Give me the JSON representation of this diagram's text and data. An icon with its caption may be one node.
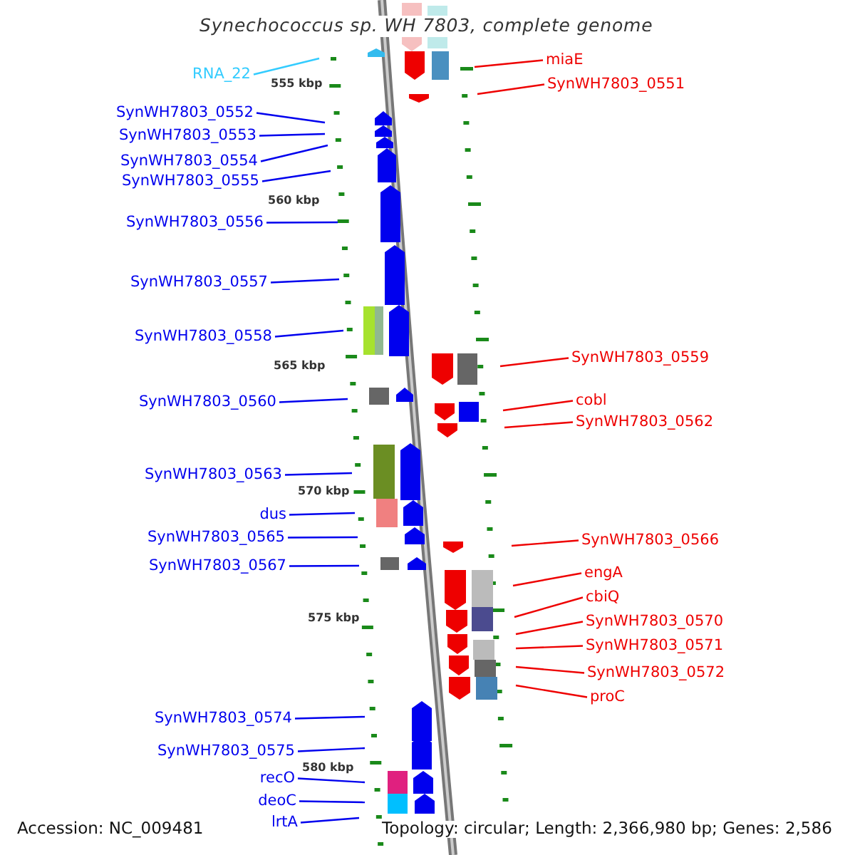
{
  "diagram": {
    "title": "Synechococcus sp. WH 7803, complete genome",
    "nodes": [
      {
        "text": [
          "miaE"
        ]
      },
      {
        "text": [
          "RNA_22"
        ]
      },
      {
        "text": [
          "SynWH7803_0551"
        ]
      },
      {
        "text": [
          "SynWH7803_0552"
        ]
      },
      {
        "text": [
          "SynWH7803_0553"
        ]
      },
      {
        "text": [
          "SynWH7803_0554"
        ]
      },
      {
        "text": [
          "SynWH7803_0555"
        ]
      },
      {
        "text": [
          "SynWH7803_0556"
        ]
      },
      {
        "text": [
          "SynWH7803_0557"
        ]
      },
      {
        "text": [
          "SynWH7803_0558"
        ]
      },
      {
        "text": [
          "SynWH7803_0559"
        ]
      },
      {
        "text": [
          "SynWH7803_0560"
        ]
      },
      {
        "text": [
          "cobl"
        ]
      },
      {
        "text": [
          "SynWH7803_0562"
        ]
      },
      {
        "text": [
          "SynWH7803_0563"
        ]
      },
      {
        "text": [
          "dus"
        ]
      },
      {
        "text": [
          "SynWH7803_0565"
        ]
      },
      {
        "text": [
          "SynWH7803_0566"
        ]
      },
      {
        "text": [
          "SynWH7803_0567"
        ]
      },
      {
        "text": [
          "engA"
        ]
      },
      {
        "text": [
          "cbiQ"
        ]
      },
      {
        "text": [
          "SynWH7803_0570"
        ]
      },
      {
        "text": [
          "SynWH7803_0571"
        ]
      },
      {
        "text": [
          "SynWH7803_0572"
        ]
      },
      {
        "text": [
          "proC"
        ]
      },
      {
        "text": [
          "SynWH7803_0574"
        ]
      },
      {
        "text": [
          "SynWH7803_0575"
        ]
      },
      {
        "text": [
          "recO"
        ]
      },
      {
        "text": [
          "deoC"
        ]
      },
      {
        "text": [
          "lrtA"
        ]
      }
    ],
    "edges": [
      {
        "from": 0,
        "to": null,
        "arrow": "none",
        "color": "#ee0000"
      },
      {
        "from": 1,
        "to": null,
        "arrow": "none",
        "color": "#33ccff"
      },
      {
        "from": 2,
        "to": null,
        "arrow": "none",
        "color": "#ee0000"
      },
      {
        "from": 3,
        "to": null,
        "arrow": "none"
      },
      {
        "from": 4,
        "to": null,
        "arrow": "none"
      },
      {
        "from": 5,
        "to": null,
        "arrow": "none"
      },
      {
        "from": 6,
        "to": null,
        "arrow": "none"
      },
      {
        "from": 7,
        "to": null,
        "arrow": "none"
      },
      {
        "from": 8,
        "to": null,
        "arrow": "none"
      },
      {
        "from": 9,
        "to": null,
        "arrow": "none"
      },
      {
        "from": 10,
        "to": null,
        "arrow": "none",
        "color": "#ee0000"
      },
      {
        "from": 11,
        "to": null,
        "arrow": "none"
      },
      {
        "from": 12,
        "to": null,
        "arrow": "none",
        "color": "#ee0000"
      },
      {
        "from": 13,
        "to": null,
        "arrow": "none",
        "color": "#ee0000"
      },
      {
        "from": 14,
        "to": null,
        "arrow": "none"
      },
      {
        "from": 15,
        "to": null,
        "arrow": "none"
      },
      {
        "from": 16,
        "to": null,
        "arrow": "none"
      },
      {
        "from": 17,
        "to": null,
        "arrow": "none",
        "color": "#ee0000"
      },
      {
        "from": 18,
        "to": null,
        "arrow": "none"
      },
      {
        "from": 19,
        "to": null,
        "arrow": "none",
        "color": "#ee0000"
      },
      {
        "from": 20,
        "to": null,
        "arrow": "none",
        "color": "#ee0000"
      },
      {
        "from": 21,
        "to": null,
        "arrow": "none",
        "color": "#ee0000"
      },
      {
        "from": 22,
        "to": null,
        "arrow": "none",
        "color": "#ee0000"
      },
      {
        "from": 23,
        "to": null,
        "arrow": "none",
        "color": "#ee0000"
      },
      {
        "from": 24,
        "to": null,
        "arrow": "none",
        "color": "#ee0000"
      },
      {
        "from": 25,
        "to": null,
        "arrow": "none"
      },
      {
        "from": 26,
        "to": null,
        "arrow": "none"
      },
      {
        "from": 27,
        "to": null,
        "arrow": "none"
      },
      {
        "from": 28,
        "to": null,
        "arrow": "none"
      },
      {
        "from": 29,
        "to": null,
        "arrow": "none"
      }
    ],
    "labels": [
      "555 kbp",
      "560 kbp",
      "565 kbp",
      "570 kbp",
      "575 kbp",
      "580 kbp",
      "Accession: NC_009481",
      "Topology: circular; Length: 2,366,980 bp; Genes: 2,586"
    ]
  }
}
